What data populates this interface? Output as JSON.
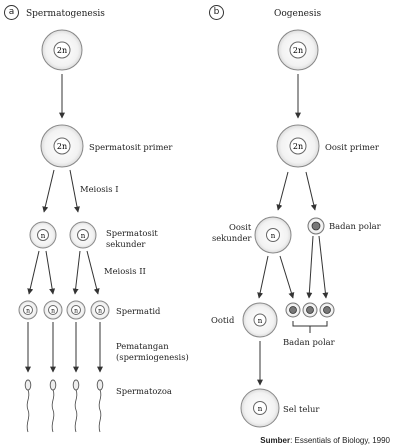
{
  "panels": {
    "a": {
      "letter": "a",
      "title": "Spermatogenesis",
      "stage_primary": "Spermatosit primer",
      "meiosis1": "Meiosis I",
      "secondary_line1": "Spermatosit",
      "secondary_line2": "sekunder",
      "meiosis2": "Meiosis II",
      "spermatid": "Spermatid",
      "maturation_line1": "Pematangan",
      "maturation_line2": "(spermiogenesis)",
      "spermatozoa": "Spermatozoa"
    },
    "b": {
      "letter": "b",
      "title": "Oogenesis",
      "stage_primary": "Oosit primer",
      "secondary_line1": "Oosit",
      "secondary_line2": "sekunder",
      "polar_body": "Badan polar",
      "ootid": "Ootid",
      "polar_bodies": "Badan polar",
      "egg": "Sel telur"
    }
  },
  "cell_labels": {
    "diploid": "2n",
    "haploid": "n"
  },
  "source": {
    "label": "Sumber",
    "text": ": Essentials of Biology, 1990"
  }
}
